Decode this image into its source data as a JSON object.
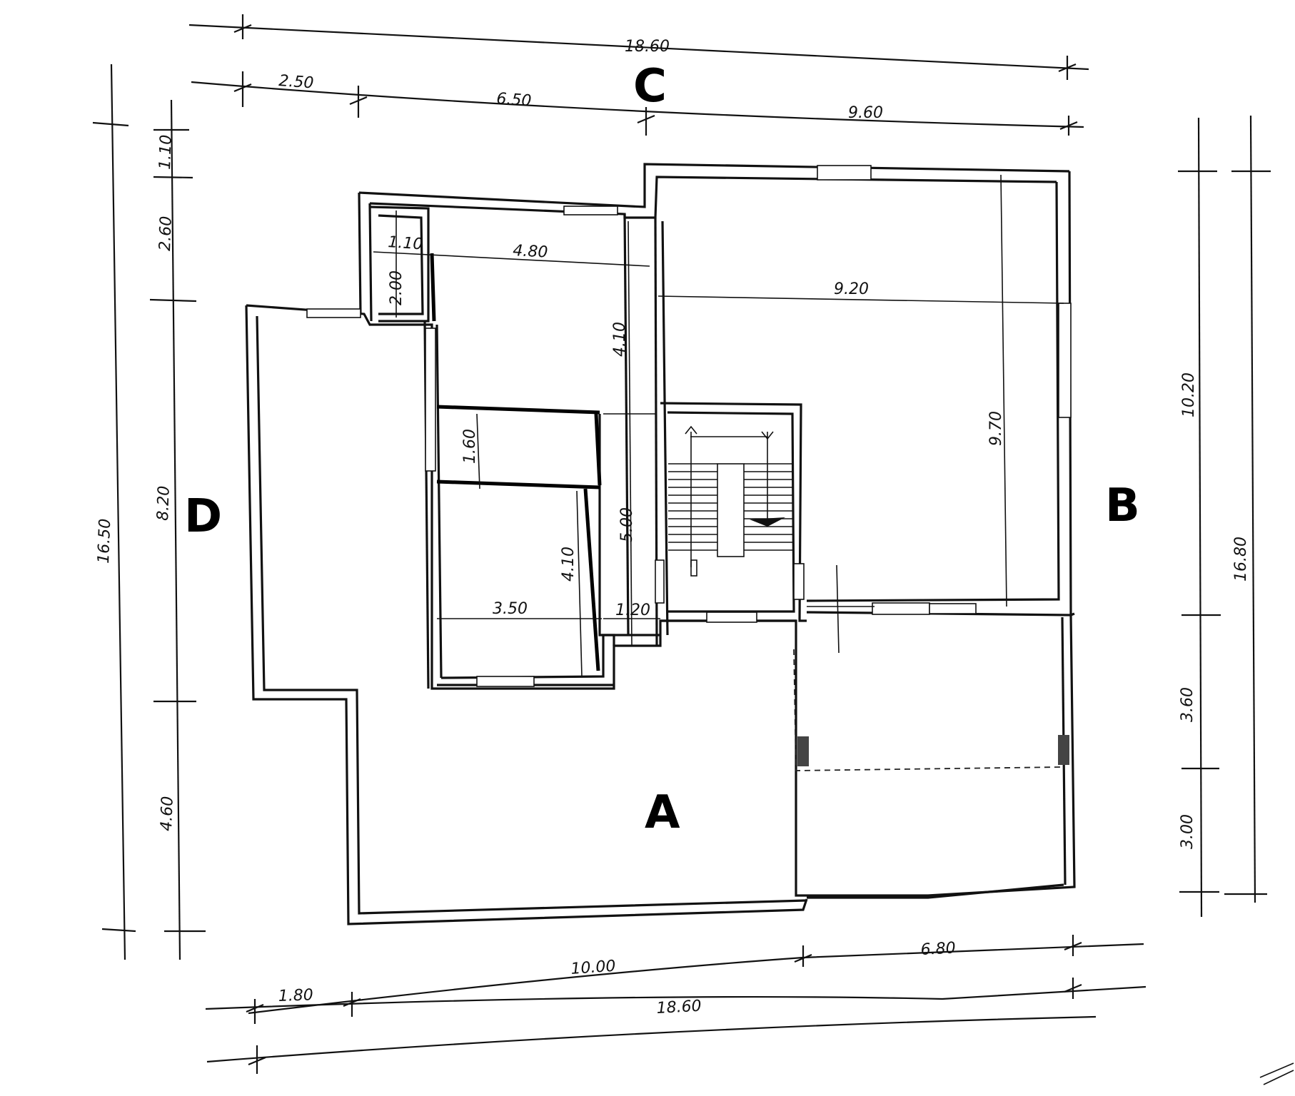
{
  "sides": {
    "a": "A",
    "b": "B",
    "c": "C",
    "d": "D"
  },
  "top_dims": {
    "total": "18.60",
    "d1": "2.50",
    "d2": "6.50",
    "d3": "9.60"
  },
  "bottom_dims": {
    "d1": "10.00",
    "d2": "6.80",
    "d3": "1.80",
    "total": "18.60"
  },
  "left_dims": {
    "total": "16.50",
    "d1": "1.10",
    "d2": "2.60",
    "d3": "8.20",
    "d4": "4.60"
  },
  "right_dims": {
    "d1": "10.20",
    "d2": "3.60",
    "d3": "3.00",
    "total": "16.80"
  },
  "interior_dims": {
    "small_w": "1.10",
    "small_h": "2.00",
    "room1_w": "4.80",
    "room1_h": "4.10",
    "corridor_h": "1.60",
    "room2_h": "4.10",
    "room2_w": "3.50",
    "hall_h": "5.00",
    "hall_w": "1.20",
    "big_w": "9.20",
    "big_h": "9.70"
  }
}
